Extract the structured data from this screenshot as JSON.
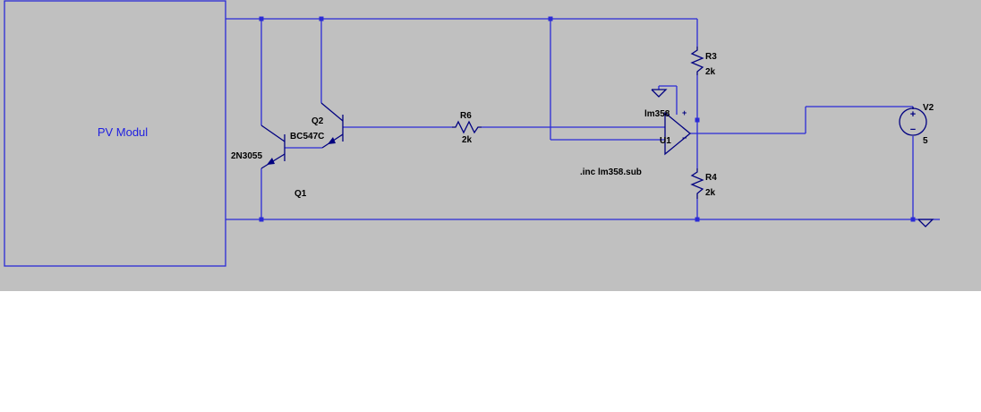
{
  "schematic": {
    "pv_module": "PV Modul",
    "q1": {
      "ref": "Q1",
      "model": "2N3055"
    },
    "q2": {
      "ref": "Q2",
      "model": "BC547C"
    },
    "r6": {
      "ref": "R6",
      "value": "2k"
    },
    "r3": {
      "ref": "R3",
      "value": "2k"
    },
    "r4": {
      "ref": "R4",
      "value": "2k"
    },
    "u1": {
      "ref": "U1",
      "model": "lm358"
    },
    "v2": {
      "ref": "V2",
      "value": "5"
    },
    "directive": ".inc lm358.sub"
  },
  "colors": {
    "background": "#c0c0c0",
    "wire": "#2b2bd6",
    "component": "#000080"
  }
}
